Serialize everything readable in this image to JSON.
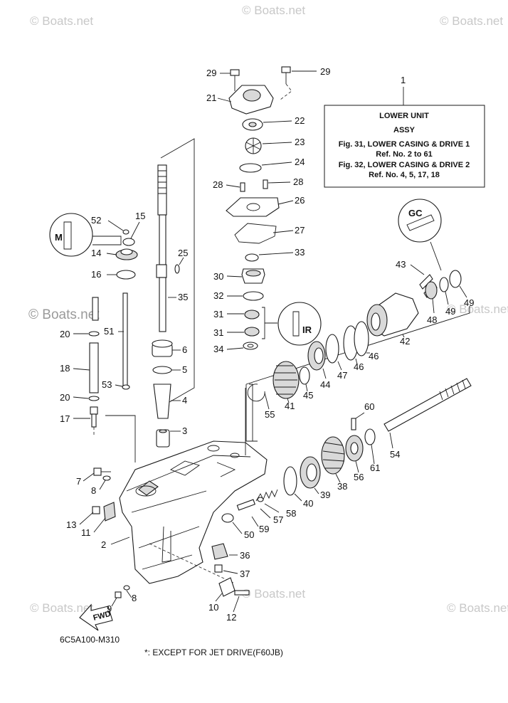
{
  "watermark": "© Boats.net",
  "info_box": {
    "ref": "1",
    "title_line1": "LOWER UNIT",
    "title_line2": "ASSY",
    "line3": "Fig. 31, LOWER CASING & DRIVE 1",
    "line4": "Ref. No. 2 to 61",
    "line5": "Fig. 32, LOWER CASING & DRIVE 2",
    "line6": "Ref. No. 4, 5, 17, 18"
  },
  "drawing_code": "6C5A100-M310",
  "footnote": "*: EXCEPT FOR JET DRIVE(F60JB)",
  "fwd_label": "FWD",
  "callouts": {
    "c29a": "29",
    "c29b": "29",
    "c21": "21",
    "c22": "22",
    "c23": "23",
    "c24": "24",
    "c28a": "28",
    "c28b": "28",
    "c26": "26",
    "c27": "27",
    "c33": "33",
    "c30": "30",
    "c32": "32",
    "c31a": "31",
    "c31b": "31",
    "c34": "34",
    "c52": "52",
    "c15": "15",
    "c14": "14",
    "c16": "16",
    "c25": "25",
    "c35": "35",
    "c20a": "20",
    "c51": "51",
    "c18": "18",
    "c53": "53",
    "c20b": "20",
    "c17": "17",
    "c6": "6",
    "c5": "5",
    "c4": "4",
    "c3": "3",
    "c7": "7",
    "c8a": "8",
    "c13": "13",
    "c11": "11",
    "c2": "2",
    "c8b": "8",
    "c9": "9",
    "c10": "10",
    "c12": "12",
    "c36": "36",
    "c37": "37",
    "c50": "50",
    "c59": "59",
    "c57": "57",
    "c58": "58",
    "c40": "40",
    "c39": "39",
    "c38": "38",
    "c56": "56",
    "c61": "61",
    "c54": "54",
    "c60": "60",
    "c55": "55",
    "c41": "41",
    "c45": "45",
    "c44": "44",
    "c47": "47",
    "c46a": "46",
    "c46b": "46",
    "c42": "42",
    "c48": "48",
    "c49a": "49",
    "c49b": "49",
    "c43": "43"
  }
}
